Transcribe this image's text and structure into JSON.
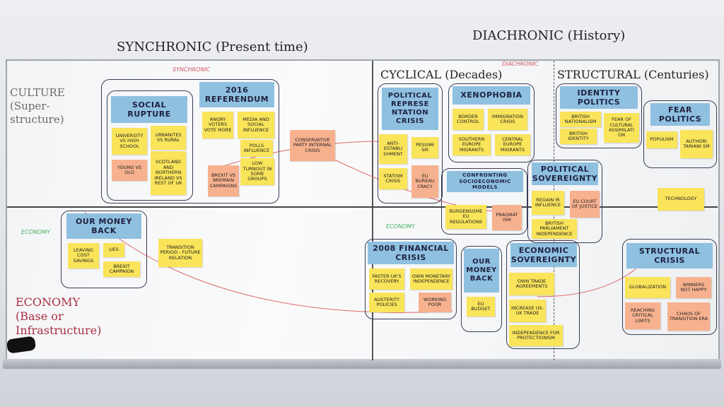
{
  "headings": {
    "synchronic": "SYNCHRONIC (Present time)",
    "diachronic": "DIACHRONIC (History)",
    "cyclical": "CYCLICAL (Decades)",
    "structural": "STRUCTURAL (Centuries)"
  },
  "side_labels": {
    "culture": "CULTURE\n(Super-\nstructure)",
    "economy": "ECONOMY\n(Base or\n   Infrastructure)"
  },
  "scribbles": {
    "synchronic": "SYNCHRONIC",
    "diachronic": "DIACHRONIC",
    "economy_left": "ECONOMY",
    "economy_mid": "ECONOMY"
  },
  "groups": {
    "social_rupture": {
      "title": "SOCIAL RUPTURE",
      "notes": [
        "UNIVERSITY VS HIGH SCHOOL",
        "URBANITES VS RURAL",
        "YOUNG VS OLD",
        "SCOTLAND AND NORTHERN IRELAND VS REST OF UK"
      ]
    },
    "referendum": {
      "title": "2016 REFERENDUM",
      "notes": [
        "ANGRY VOTERS VOTE MORE",
        "MEDIA AND SOCIAL INFLUENCE",
        "POLLS INFLUENCE",
        "LOW TURNOUT IN SOME GROUPS",
        "BREXIT VS BREMAIN CAMPAIGNS"
      ]
    },
    "conservative": "CONSERVATIVE PARTY INTERNAL CRISIS",
    "our_money_back_left": {
      "title": "OUR MONEY BACK",
      "notes": [
        "LEAVING COST SAVINGS",
        "LIES",
        "BREXIT CAMPAIGN"
      ]
    },
    "transition": "TRANSITION PERIOD - FUTURE RELATION",
    "political_rep": {
      "title": "POLITICAL REPRESE NTATION CRISIS",
      "notes": [
        "ANTI-ESTABLI SHMENT",
        "PESSIMI SM",
        "STATISM CRISIS",
        "EU BUREAU CRACY"
      ]
    },
    "xenophobia": {
      "title": "XENOPHOBIA",
      "notes": [
        "BORDER CONTROL",
        "IMMIGRATION CRISIS",
        "SOUTHERN EUROPE MIGRANTS",
        "CENTRAL EUROPE MIGRANTS"
      ]
    },
    "confronting": {
      "title": "CONFRONTING SOCIOECONOMIC MODELS",
      "notes": [
        "BURDENSOME EU REGULATIONS",
        "PRAGMAT ISM"
      ]
    },
    "identity": {
      "title": "IDENTITY POLITICS",
      "notes": [
        "BRITISH NATIONALISM",
        "FEAR OF CULTURAL ASSIMILATI ON",
        "BRITISH IDENTITY"
      ]
    },
    "fear": {
      "title": "FEAR POLITICS",
      "notes": [
        "POPULISM",
        "AUTHORI TARIANI SM"
      ]
    },
    "technology": "TECHNOLOGY",
    "political_sov": {
      "title": "POLITICAL SOVEREIGNTY",
      "notes": [
        "REGAIN IR INFLUENCE",
        "EU COURT OF JUSTICE",
        "BRITISH PARLIAMENT INDEPENDENCE"
      ]
    },
    "financial": {
      "title": "2008 FINANCIAL CRISIS",
      "notes": [
        "FASTER UK'S RECOVERY",
        "OWN MONETARY INDEPENDENCE",
        "AUSTERITY POLICIES",
        "WORKING POOR"
      ]
    },
    "our_money_back_mid": {
      "title": "OUR MONEY BACK",
      "notes": [
        "EU BUDGET"
      ]
    },
    "economic_sov": {
      "title": "ECONOMIC SOVEREIGNTY",
      "notes": [
        "OWN TRADE AGREEMENTS",
        "INCREASE US-UK TRADE",
        "INDEPENDENCE FOR PROTECTIONISM"
      ]
    },
    "structural_crisis": {
      "title": "STRUCTURAL CRISIS",
      "notes": [
        "GLOBALIZATION",
        "WINNERS NOT HAPPY",
        "REACHING CRITICAL LIMITS",
        "CHAOS OF TRANSITION ERA"
      ]
    }
  }
}
